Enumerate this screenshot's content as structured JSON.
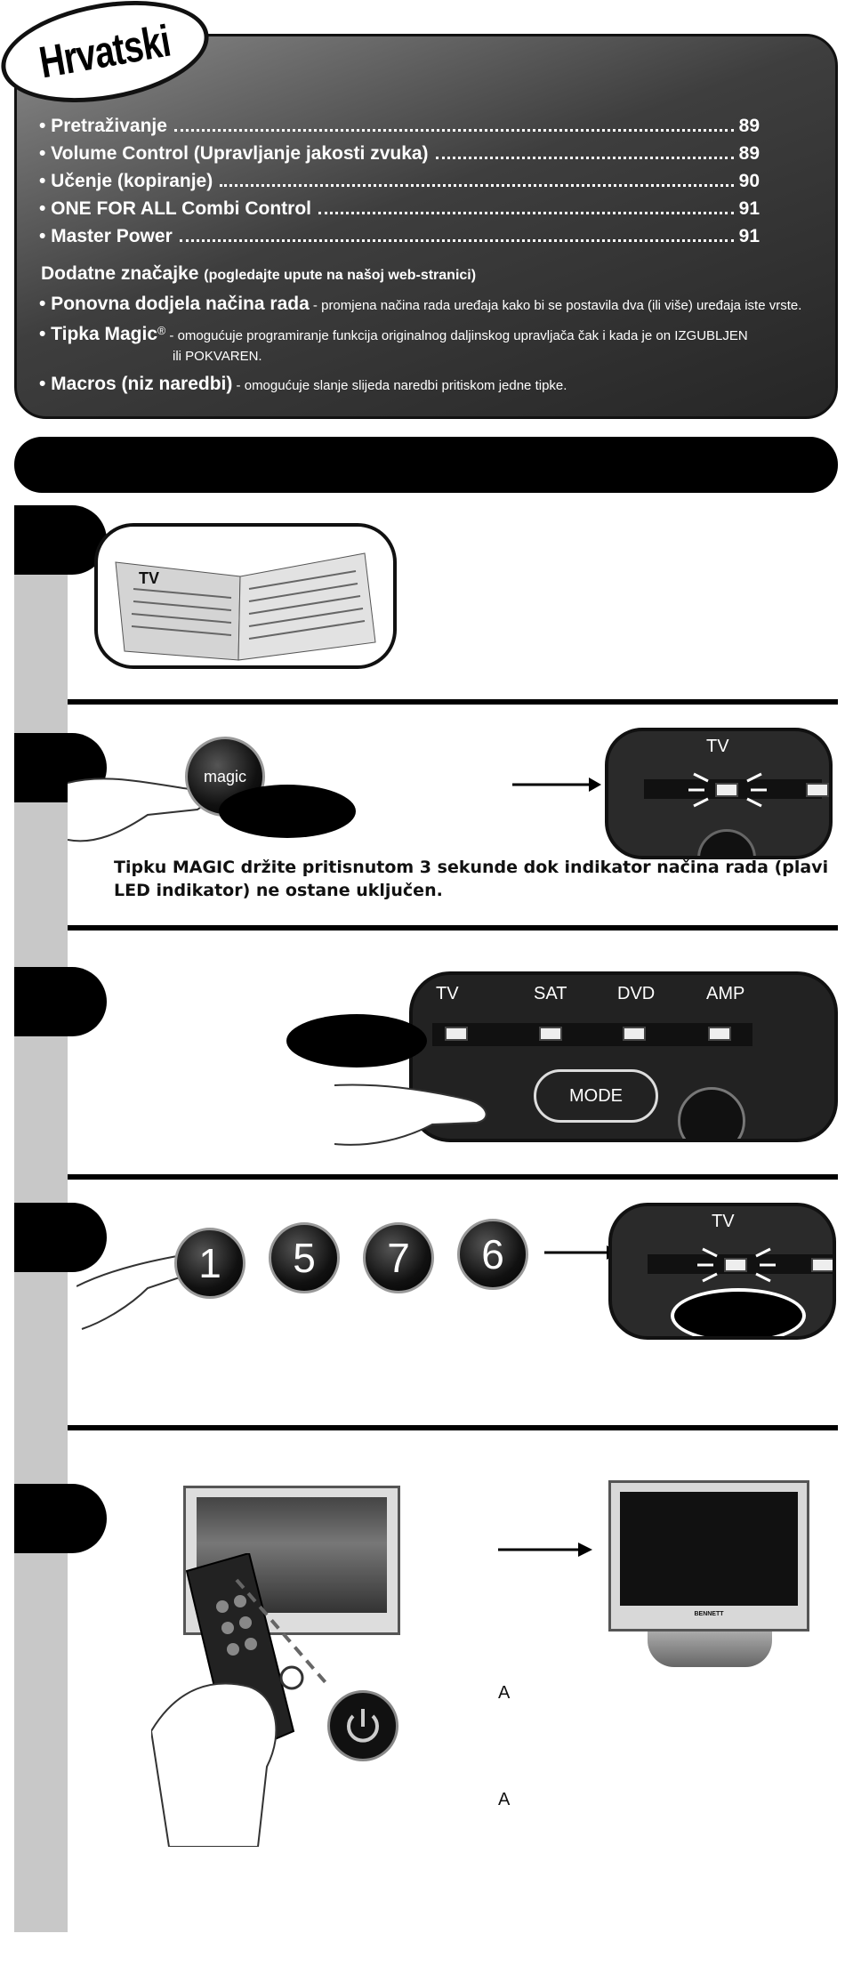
{
  "language_badge": "Hrvatski",
  "toc": [
    {
      "label": "• Pretraživanje",
      "page": "89"
    },
    {
      "label": "• Volume Control (Upravljanje jakosti zvuka)",
      "page": "89"
    },
    {
      "label": "• Učenje (kopiranje)",
      "page": "90"
    },
    {
      "label": "• ONE FOR ALL Combi Control",
      "page": "91"
    },
    {
      "label": "• Master Power",
      "page": "91"
    }
  ],
  "extra": {
    "heading": "Dodatne značajke",
    "heading_note": "(pogledajte upute na našoj web-stranici)",
    "items": [
      {
        "name": "• Ponovna dodjela načina rada",
        "desc": " - promjena načina rada uređaja kako bi se postavila dva (ili više) uređaja iste vrste."
      },
      {
        "name": "• Tipka Magic",
        "sup": "®",
        "desc": " - omogućuje programiranje funkcija originalnog daljinskog upravljača čak i kada je on IZGUBLJEN",
        "desc2": "ili POKVAREN."
      },
      {
        "name": "• Macros (niz naredbi)",
        "desc": " - omogućuje slanje slijeda naredbi pritiskom jedne tipke."
      }
    ]
  },
  "step1": {
    "book_label": "TV"
  },
  "step2": {
    "button_label": "magic",
    "screen_label": "TV",
    "instruction": "Tipku MAGIC držite pritisnutom 3 sekunde dok indikator načina rada (plavi LED indikator) ne ostane uključen."
  },
  "step3": {
    "modes": [
      "TV",
      "SAT",
      "DVD",
      "AMP"
    ],
    "mode_button": "MODE"
  },
  "step4": {
    "digits": [
      "1",
      "5",
      "7",
      "6"
    ],
    "screen_label": "TV"
  },
  "step5": {
    "tv_brand": "BENNETT",
    "letter_a1": "A",
    "letter_a2": "A"
  }
}
